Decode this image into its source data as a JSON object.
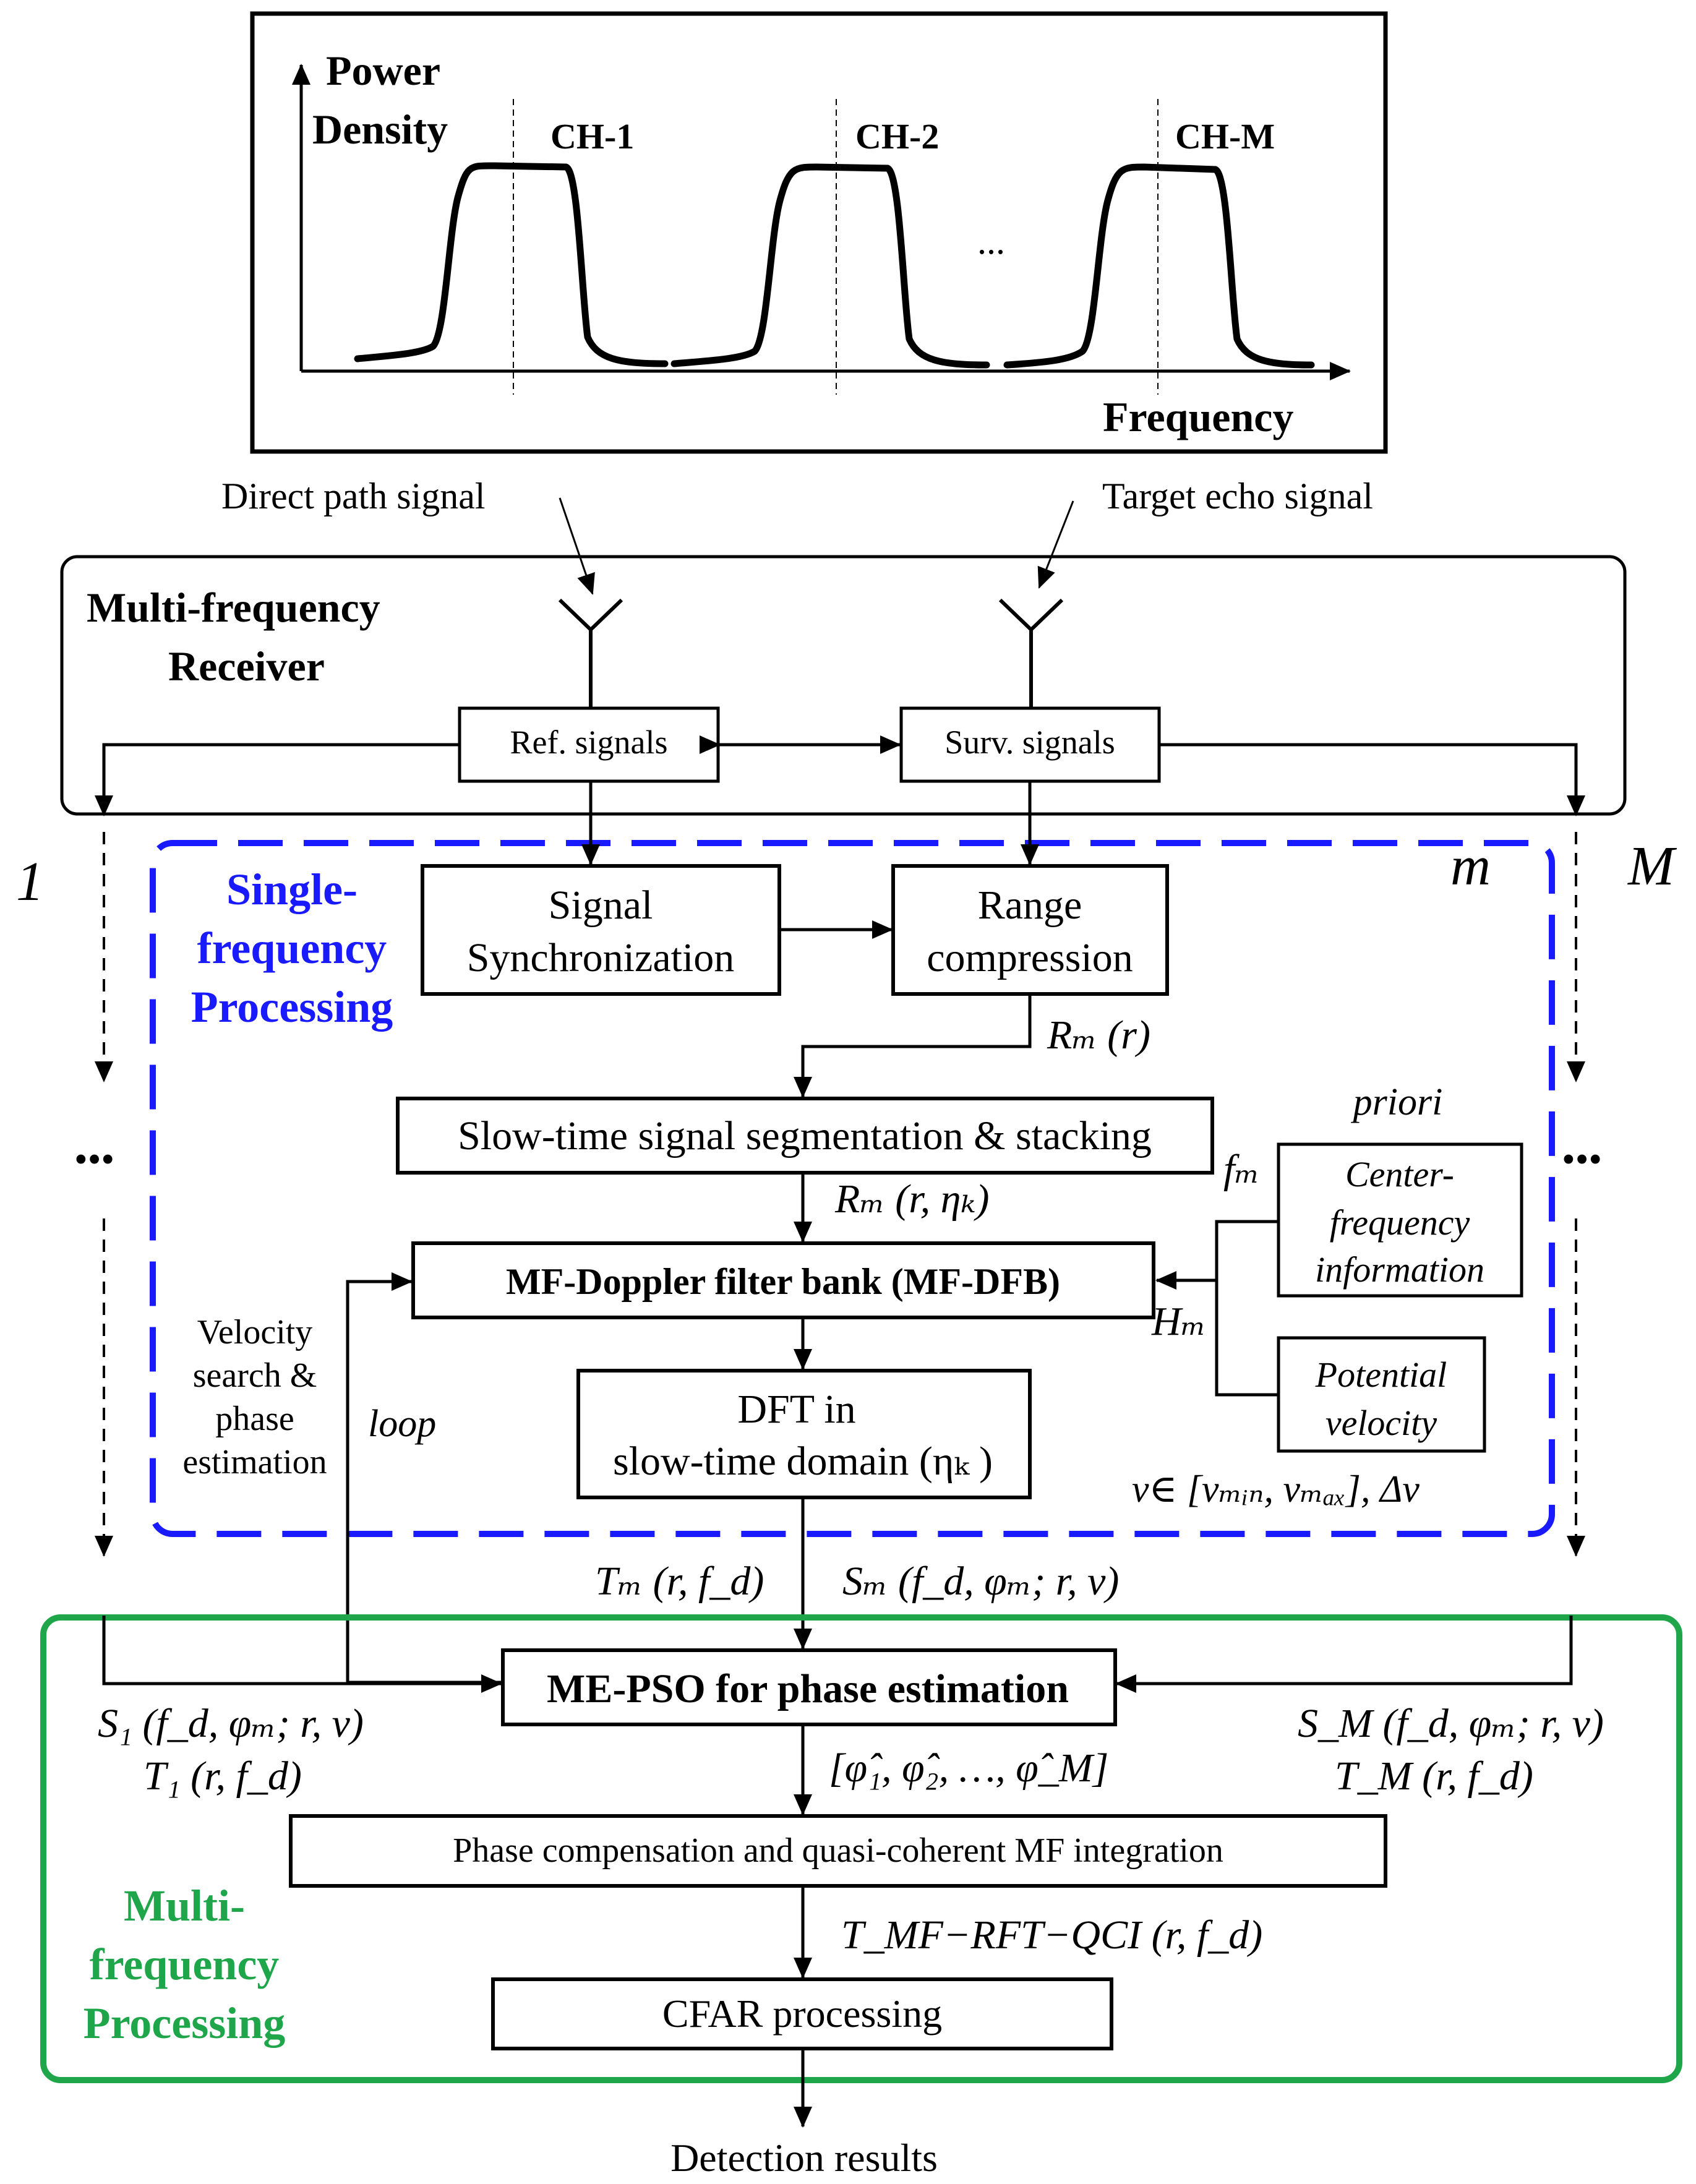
{
  "spectrum": {
    "y_label_line1": "Power",
    "y_label_line2": "Density",
    "x_label": "Frequency",
    "channels": [
      "CH-1",
      "CH-2",
      "CH-M"
    ],
    "ellipsis": "..."
  },
  "inputs": {
    "direct_path": "Direct path signal",
    "target_echo": "Target echo signal"
  },
  "receiver": {
    "title_line1": "Multi-frequency",
    "title_line2": "Receiver",
    "ref_label": "Ref. signals",
    "surv_label": "Surv. signals"
  },
  "channel_markers": {
    "first": "1",
    "current": "m",
    "last": "M",
    "dots_left": "•••",
    "dots_right": "•••"
  },
  "single_freq": {
    "title_line1": "Single-",
    "title_line2": "frequency",
    "title_line3": "Processing",
    "sync_line1": "Signal",
    "sync_line2": "Synchronization",
    "range_line1": "Range",
    "range_line2": "compression",
    "rm_r": "Rₘ (r)",
    "segmentation": "Slow-time signal segmentation & stacking",
    "priori": "priori",
    "fm": "fₘ",
    "center_line1": "Center-",
    "center_line2": "frequency",
    "center_line3": "information",
    "rm_r_eta": "Rₘ (r, ηₖ)",
    "mfdfb": "MF-Doppler filter bank (MF-DFB)",
    "hm": "Hₘ",
    "potential_line1": "Potential",
    "potential_line2": "velocity",
    "velocity_line1": "Velocity",
    "velocity_line2": "search &",
    "velocity_line3": "phase",
    "velocity_line4": "estimation",
    "loop": "loop",
    "dft_line1": "DFT in",
    "dft_line2": "slow-time domain (ηₖ )",
    "v_range": "v∈ [vₘᵢₙ, vₘₐₓ], Δv"
  },
  "outputs": {
    "tm": "Tₘ (r, f_d)",
    "sm": "Sₘ (f_d, φₘ; r, v)",
    "s1": "S₁ (f_d, φₘ; r, v)",
    "t1": "T₁ (r, f_d)",
    "sM": "S_M (f_d, φₘ; r, v)",
    "tM": "T_M (r, f_d)"
  },
  "multi_freq": {
    "title_line1": "Multi-",
    "title_line2": "frequency",
    "title_line3": "Processing",
    "mepso": "ME-PSO for phase estimation",
    "phases": "[φ̂₁, φ̂₂, …, φ̂_M]",
    "compensation": "Phase compensation and quasi-coherent MF integration",
    "t_mf": "T_MF−RFT−QCI (r, f_d)",
    "cfar": "CFAR processing",
    "detection": "Detection results"
  },
  "colors": {
    "single_freq_blue": "#1a1aff",
    "multi_freq_green": "#1fa64a",
    "line": "#000000"
  }
}
